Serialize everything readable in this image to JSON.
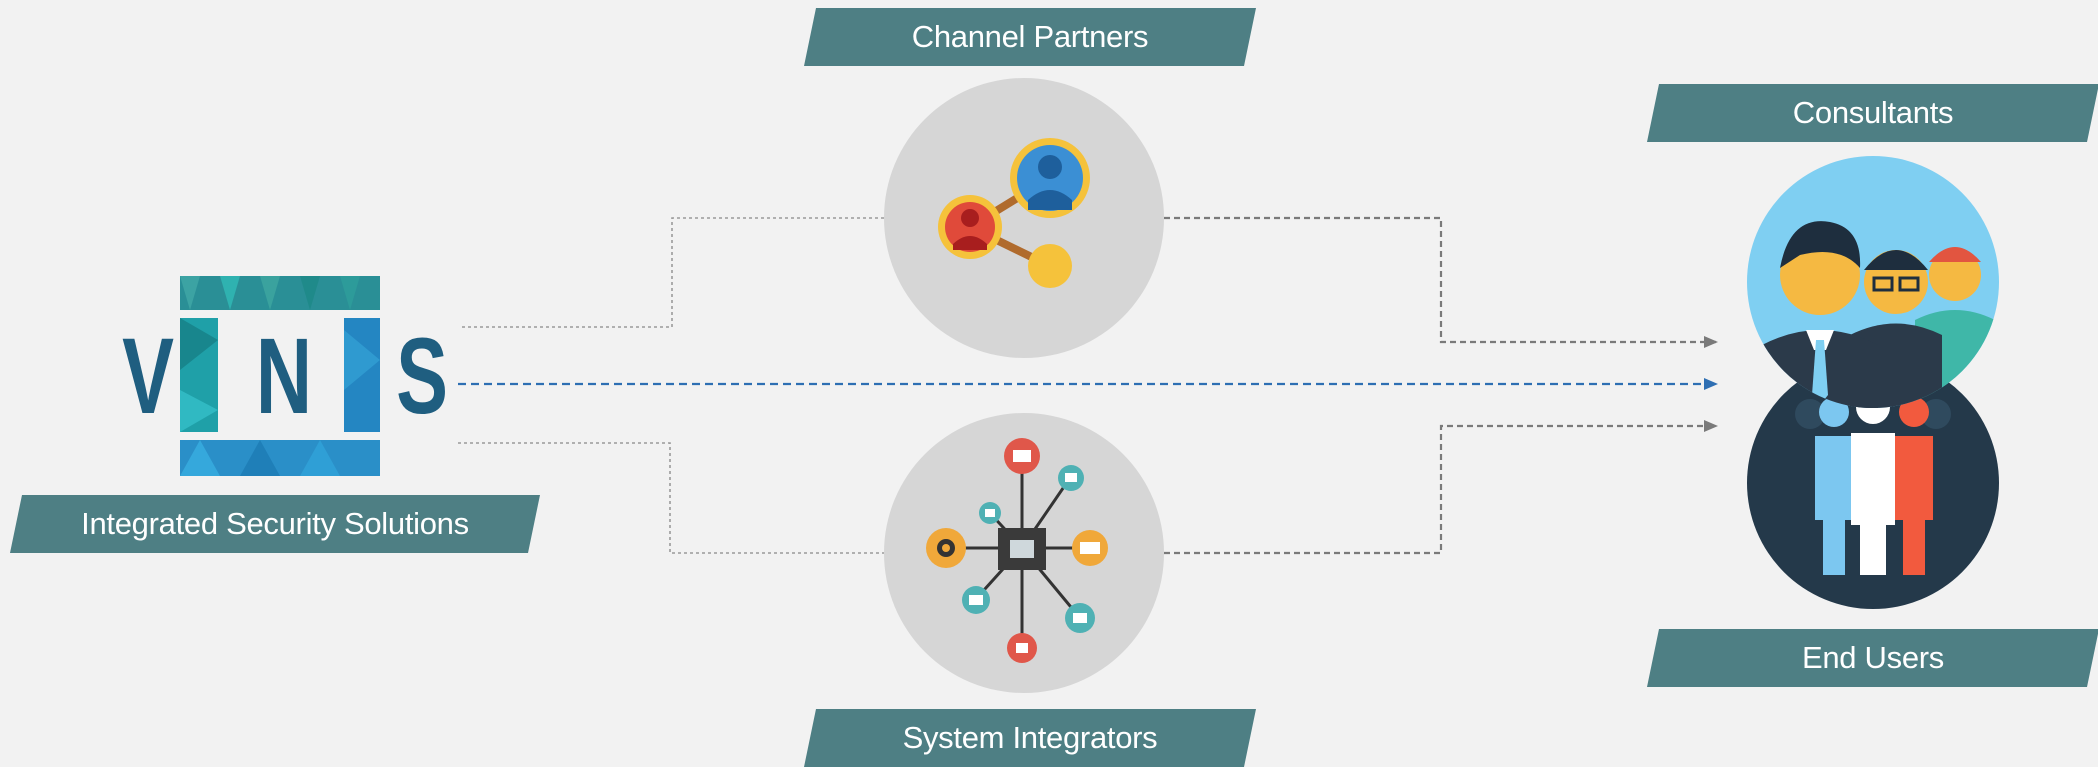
{
  "labels": {
    "channel_partners": "Channel Partners",
    "consultants": "Consultants",
    "end_users": "End Users",
    "system_integrators": "System Integrators",
    "integrated_security": "Integrated Security Solutions"
  },
  "logo": {
    "letters": [
      "V",
      "N",
      "S"
    ]
  },
  "colors": {
    "banner": "#4e7f84",
    "logo_text": "#1f5e80",
    "flow_main": "#2e6fb3",
    "flow_secondary": "#7a7a7a",
    "circle": "#d6d6d6",
    "end_users_bg": "#24394a",
    "consultants_bg": "#7fcff2"
  },
  "icons": {
    "channel_partners": "people-network-icon",
    "system_integrators": "network-hub-icon",
    "consultants": "business-people-icon",
    "end_users": "user-group-icon"
  }
}
